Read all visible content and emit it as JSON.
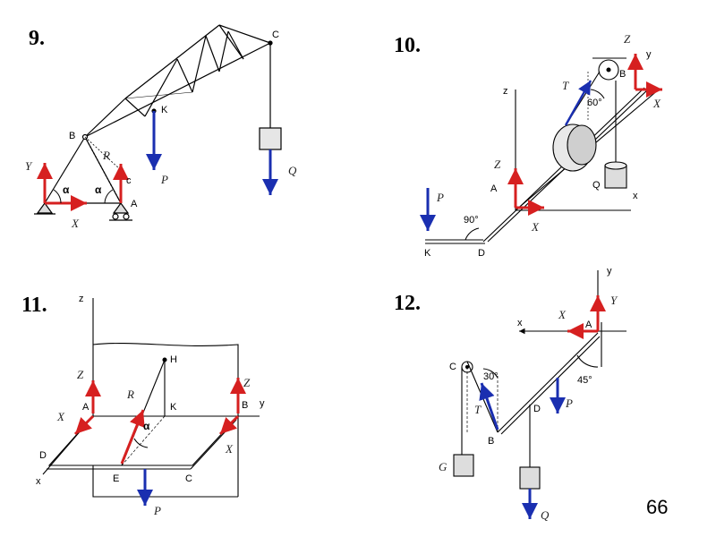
{
  "problems": [
    {
      "number": "9.",
      "points": [
        "C",
        "K",
        "B",
        "A"
      ],
      "alpha": "α",
      "c": "c"
    },
    {
      "number": "10.",
      "points": [
        "B",
        "A",
        "Q",
        "K",
        "D"
      ],
      "axes": [
        "z",
        "y",
        "x"
      ],
      "angles": [
        "60°",
        "90°"
      ]
    },
    {
      "number": "11.",
      "points": [
        "H",
        "K",
        "A",
        "B",
        "D",
        "E",
        "C"
      ],
      "axes": [
        "z",
        "y",
        "x"
      ],
      "alpha": "α"
    },
    {
      "number": "12.",
      "points": [
        "A",
        "C",
        "D",
        "B"
      ],
      "axes": [
        "y",
        "x"
      ],
      "angles": [
        "30°",
        "45°"
      ]
    }
  ],
  "colors": {
    "reaction": "#d62020",
    "load": "#1a2fb0",
    "line": "#000000"
  },
  "page_number": "66"
}
